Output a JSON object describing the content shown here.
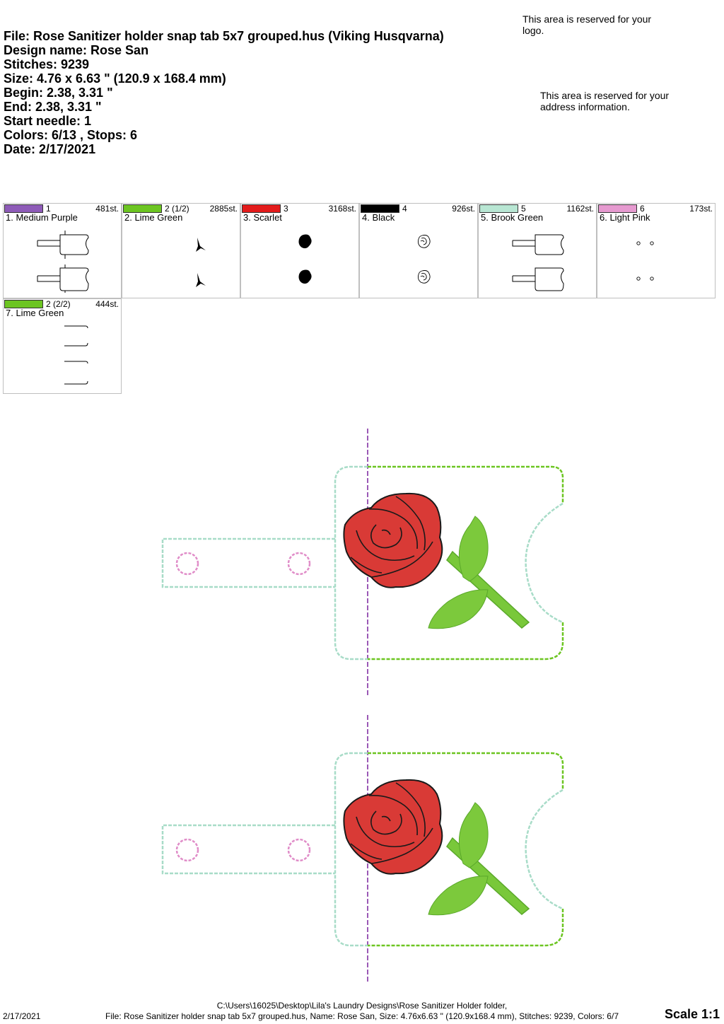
{
  "header": {
    "file_line": "File: Rose Sanitizer holder snap tab 5x7 grouped.hus  (Viking Husqvarna)",
    "design_name": "Design name: Rose San",
    "stitches": "Stitches: 9239",
    "size": "Size: 4.76 x 6.63 \" (120.9 x 168.4 mm)",
    "begin": "Begin: 2.38, 3.31 \"",
    "end": "End: 2.38, 3.31 \"",
    "start_needle": "Start needle: 1",
    "colors_stops": "Colors: 6/13 , Stops: 6",
    "date": "Date: 2/17/2021"
  },
  "notes": {
    "logo": "This area is reserved for your logo.",
    "address": "This area is reserved for your address information."
  },
  "color_steps": [
    {
      "num": "1",
      "stitches": "481st.",
      "name": "1. Medium Purple",
      "color": "#8e5bb8",
      "icon": "snap-tab-outline-icon"
    },
    {
      "num": "2 (1/2)",
      "stitches": "2885st.",
      "name": "2. Lime Green",
      "color": "#6cc521",
      "icon": "leaf-stem-icon"
    },
    {
      "num": "3",
      "stitches": "3168st.",
      "name": "3. Scarlet",
      "color": "#e31b1b",
      "icon": "rose-fill-icon"
    },
    {
      "num": "4",
      "stitches": "926st.",
      "name": "4. Black",
      "color": "#000000",
      "icon": "rose-outline-icon"
    },
    {
      "num": "5",
      "stitches": "1162st.",
      "name": "5. Brook Green",
      "color": "#b8e6d3",
      "icon": "snap-tab-outline-icon"
    },
    {
      "num": "6",
      "stitches": "173st.",
      "name": "6. Light Pink",
      "color": "#e69ad0",
      "icon": "snap-circles-icon"
    },
    {
      "num": "2 (2/2)",
      "stitches": "444st.",
      "name": "7. Lime Green",
      "color": "#6cc521",
      "icon": "edge-segments-icon"
    }
  ],
  "footer": {
    "date": "2/17/2021",
    "path": "C:\\Users\\16025\\Desktop\\Lila's Laundry Designs\\Rose Sanitizer Holder folder,",
    "summary": "File: Rose Sanitizer holder snap tab 5x7 grouped.hus, Name: Rose San, Size: 4.76x6.63 \" (120.9x168.4 mm), Stitches: 9239, Colors: 6/7",
    "scale": "Scale 1:1"
  },
  "thread_colors": {
    "purple": "#9b59b6",
    "lime": "#6cc521",
    "scarlet": "#d93a36",
    "black": "#1a1a1a",
    "brook": "#a8dcc8",
    "pink": "#e08cc8"
  }
}
